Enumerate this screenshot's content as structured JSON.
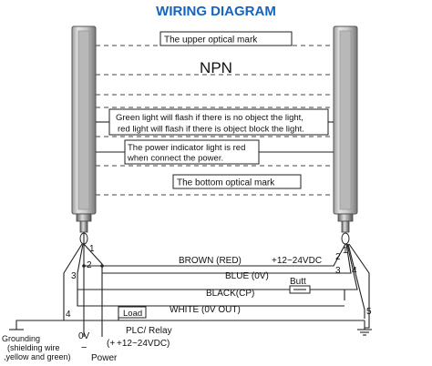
{
  "title": "WIRING DIAGRAM",
  "mode": "NPN",
  "labels": {
    "upper_mark": "The upper optical mark",
    "green_line1": "Green light will flash if there is no object the light,",
    "green_line2": "red light will flash if there is object block the light.",
    "power_line1": "The power indicator light is red",
    "power_line2": "when connect the power.",
    "bottom_mark": "The bottom optical mark"
  },
  "wires": {
    "brown": "BROWN  (RED)",
    "supply": "+12~24VDC",
    "blue": "BLUE (0V)",
    "black": "BLACK(CP)",
    "butt": "Butt",
    "white": "WHITE (0V  OUT)"
  },
  "numbers": {
    "left": [
      "1",
      "2",
      "3",
      "4"
    ],
    "right": [
      "1",
      "2",
      "3",
      "4",
      "5"
    ]
  },
  "bottom": {
    "load": "Load",
    "plc_line1": "PLC/ Relay",
    "plc_line2": "+12~24VDC)",
    "zero_v": "0V",
    "minus": "−",
    "plus_open": "(+",
    "power": "Power",
    "grounding1": "Grounding",
    "grounding2": "(shielding wire",
    "grounding3": ",yellow and green)"
  }
}
